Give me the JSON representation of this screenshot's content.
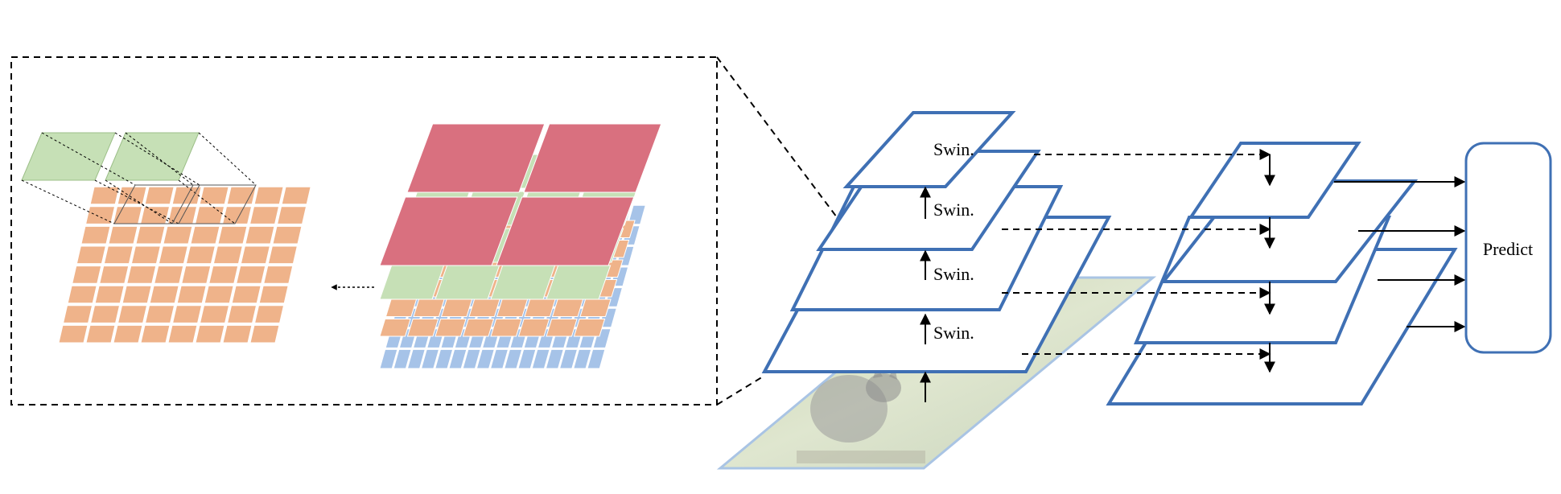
{
  "labels": {
    "swin": "Swin.",
    "predict": "Predict"
  },
  "backbone": {
    "stage_count": 4
  },
  "colors": {
    "frame_blue": "#3f70b4",
    "patch_orange": "#efb38a",
    "patch_blue": "#a6c3e8",
    "patch_green": "#c6e0b6",
    "window_red": "#d9707f",
    "image_border": "#a9c4e4",
    "image_bg": "#cfd9bf",
    "arrow": "#000000"
  },
  "icons": {
    "input_image": "cat-photo"
  }
}
